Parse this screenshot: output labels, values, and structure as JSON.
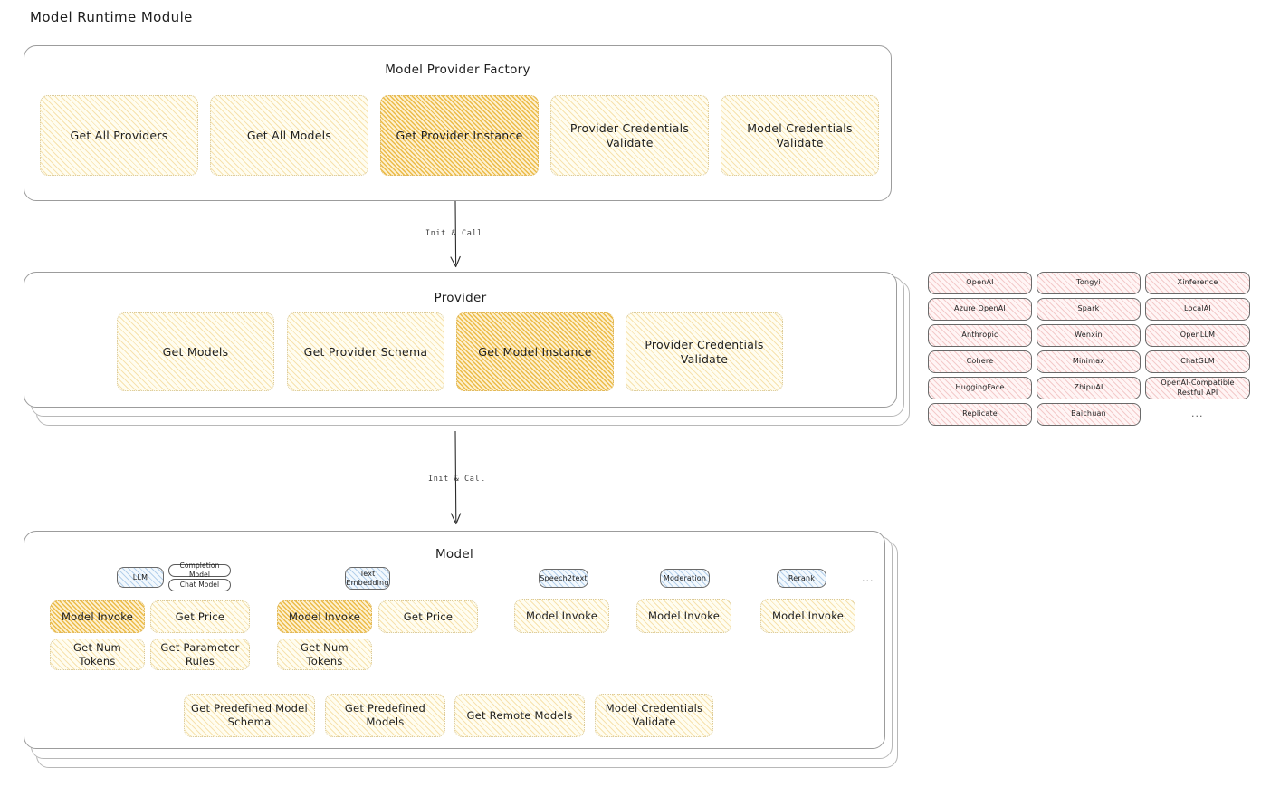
{
  "page": {
    "title": "Model Runtime Module"
  },
  "sections": {
    "factory": {
      "title": "Model Provider Factory",
      "boxes": [
        {
          "label": "Get All Providers",
          "highlighted": false
        },
        {
          "label": "Get All Models",
          "highlighted": false
        },
        {
          "label": "Get Provider Instance",
          "highlighted": true
        },
        {
          "label": "Provider Credentials Validate",
          "highlighted": false
        },
        {
          "label": "Model Credentials Validate",
          "highlighted": false
        }
      ]
    },
    "provider": {
      "title": "Provider",
      "boxes": [
        {
          "label": "Get Models",
          "highlighted": false
        },
        {
          "label": "Get Provider Schema",
          "highlighted": false
        },
        {
          "label": "Get Model Instance",
          "highlighted": true
        },
        {
          "label": "Provider Credentials Validate",
          "highlighted": false
        }
      ]
    },
    "model": {
      "title": "Model",
      "groups": [
        {
          "tag": "LLM",
          "subtags": [
            "Completion Model",
            "Chat Model"
          ],
          "boxes": [
            {
              "label": "Model Invoke",
              "highlighted": true
            },
            {
              "label": "Get Price",
              "highlighted": false
            },
            {
              "label": "Get Num Tokens",
              "highlighted": false
            },
            {
              "label": "Get Parameter Rules",
              "highlighted": false
            }
          ]
        },
        {
          "tag": "Text Embedding",
          "subtags": [],
          "boxes": [
            {
              "label": "Model Invoke",
              "highlighted": true
            },
            {
              "label": "Get Price",
              "highlighted": false
            },
            {
              "label": "Get Num Tokens",
              "highlighted": false
            }
          ]
        },
        {
          "tag": "Speech2text",
          "subtags": [],
          "boxes": [
            {
              "label": "Model Invoke",
              "highlighted": false
            }
          ]
        },
        {
          "tag": "Moderation",
          "subtags": [],
          "boxes": [
            {
              "label": "Model Invoke",
              "highlighted": false
            }
          ]
        },
        {
          "tag": "Rerank",
          "subtags": [],
          "boxes": [
            {
              "label": "Model Invoke",
              "highlighted": false
            }
          ]
        }
      ],
      "more_marker": "...",
      "shared_boxes": [
        {
          "label": "Get Predefined Model Schema"
        },
        {
          "label": "Get Predefined Models"
        },
        {
          "label": "Get Remote Models"
        },
        {
          "label": "Model Credentials Validate"
        }
      ]
    }
  },
  "arrows": [
    {
      "label": "Init & Call"
    },
    {
      "label": "Init & Call"
    }
  ],
  "provider_list": {
    "columns": [
      [
        "OpenAI",
        "Azure OpenAI",
        "Anthropic",
        "Cohere",
        "HuggingFace",
        "Replicate"
      ],
      [
        "Tongyi",
        "Spark",
        "Wenxin",
        "Minimax",
        "ZhipuAI",
        "Baichuan"
      ],
      [
        "Xinference",
        "LocalAI",
        "OpenLLM",
        "ChatGLM",
        "OpenAI-Compatible Restful API"
      ]
    ],
    "more_marker": "..."
  },
  "colors": {
    "highlight_fill": "#e9b230",
    "light_fill": "#f0cd78",
    "provider_pill": "#e69696",
    "tag_blue": "#82afdc",
    "stroke": "#1e1e1e"
  }
}
